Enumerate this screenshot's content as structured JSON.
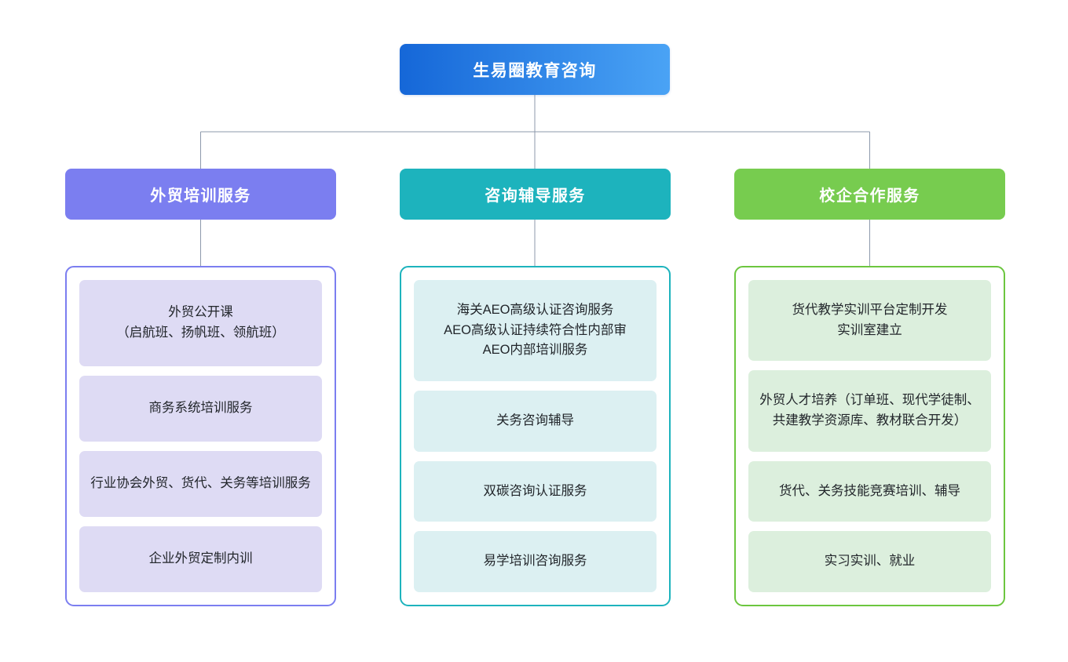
{
  "diagram": {
    "type": "organization-chart",
    "background": "#ffffff",
    "connector_color": "#8d99ab",
    "root": {
      "label": "生易圈教育咨询",
      "gradient_from": "#1567d8",
      "gradient_to": "#4aa3f5",
      "text_color": "#ffffff"
    },
    "columns": [
      {
        "header_label": "外贸培训服务",
        "header_color": "#7b7ef0",
        "border_color": "#7b7ef0",
        "card_bg": "#dedbf4",
        "text_color": "#22262b",
        "items": [
          "外贸公开课\n（启航班、扬帆班、领航班）",
          "商务系统培训服务",
          "行业协会外贸、货代、关务等培训服务",
          "企业外贸定制内训"
        ]
      },
      {
        "header_label": "咨询辅导服务",
        "header_color": "#1db3bd",
        "border_color": "#1db3bd",
        "card_bg": "#dcf0f2",
        "text_color": "#22262b",
        "items": [
          "海关AEO高级认证咨询服务\nAEO高级认证持续符合性内部审\nAEO内部培训服务",
          "关务咨询辅导",
          "双碳咨询认证服务",
          "易学培训咨询服务"
        ]
      },
      {
        "header_label": "校企合作服务",
        "header_color": "#77cc4f",
        "border_color": "#6cc63f",
        "card_bg": "#dcefdd",
        "text_color": "#22262b",
        "items": [
          "货代教学实训平台定制开发\n实训室建立",
          "外贸人才培养（订单班、现代学徒制、共建教学资源库、教材联合开发）",
          "货代、关务技能竞赛培训、辅导",
          "实习实训、就业"
        ]
      }
    ]
  }
}
